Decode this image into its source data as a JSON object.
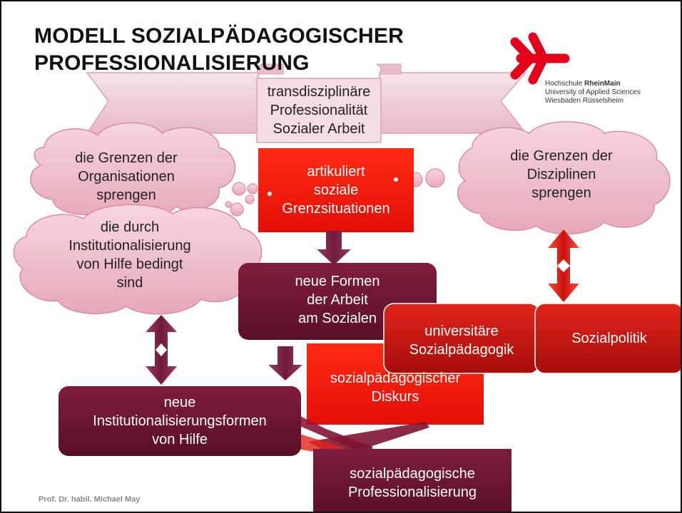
{
  "title": {
    "line1": "MODELL SOZIALPÄDAGOGISCHER",
    "line2": "PROFESSIONALISIERUNG"
  },
  "logo": {
    "prefix": "Hochschule ",
    "brand": "RheinMain",
    "line2": "University of Applied Sciences",
    "line3": "Wiesbaden Rüsselsheim",
    "mark_color": "#e2001a"
  },
  "banner": {
    "lines": [
      "transdisziplinäre",
      "Professionalität",
      "Sozialer Arbeit"
    ]
  },
  "clouds": {
    "left_top": [
      "die Grenzen der",
      "Organisationen",
      "sprengen"
    ],
    "left_bottom": [
      "die durch",
      "Institutionalisierung",
      "von Hilfe bedingt",
      "sind"
    ],
    "right": [
      "die Grenzen der",
      "Disziplinen",
      "sprengen"
    ]
  },
  "boxes": {
    "artikuliert": [
      "artikuliert",
      "soziale",
      "Grenzsituationen"
    ],
    "neue_formen": [
      "neue Formen",
      "der Arbeit",
      "am Sozialen"
    ],
    "diskurs": [
      "sozialpädagogischer",
      "Diskurs"
    ],
    "institutionalisierung": [
      "neue",
      "Institutionalisierungsformen",
      "von Hilfe"
    ],
    "professionalisierung": [
      "sozialpädagogische",
      "Professionalisierung"
    ],
    "universitaere": [
      "universitäre",
      "Sozialpädagogik"
    ],
    "sozialpolitik": [
      "Sozialpolitik"
    ]
  },
  "footer": "Prof. Dr. habil. Michael May",
  "colors": {
    "red": "#ee1c0c",
    "dark_red": "#c8120e",
    "maroon": "#6b1530",
    "cloud_pink": "#f2c7d3",
    "banner_pink": "#f3d3de"
  }
}
